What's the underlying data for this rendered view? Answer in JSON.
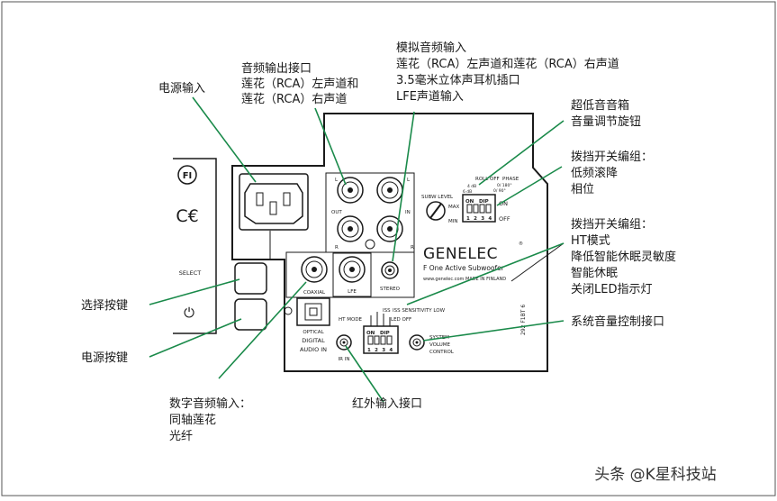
{
  "callouts": {
    "audio_output": [
      "音频输出接口",
      "莲花（RCA）左声道和",
      "莲花（RCA）右声道"
    ],
    "analog_input": [
      "模拟音频输入",
      "莲花（RCA）左声道和莲花（RCA）右声道",
      "3.5毫米立体声耳机插口",
      "LFE声道输入"
    ],
    "power_input": "电源输入",
    "subwoofer_level": [
      "超低音音箱",
      "音量调节旋钮"
    ],
    "dip_bank_1": [
      "拨挡开关编组：",
      "低频滚降",
      "相位"
    ],
    "dip_bank_2": [
      "拨挡开关编组：",
      "HT模式",
      "降低智能休眠灵敏度",
      "智能休眠",
      "关闭LED指示灯"
    ],
    "system_control": "系统音量控制接口",
    "select_button": "选择按键",
    "power_button": "电源按键",
    "digital_input": [
      "数字音频输入：",
      "同轴莲花",
      "光纤"
    ],
    "ir_input": "红外输入接口"
  },
  "panel": {
    "fi_mark": "FI",
    "ce_mark": "C€",
    "select": "SELECT",
    "power_symbol": "⏻",
    "out": "OUT",
    "in": "IN",
    "l": "L",
    "r": "R",
    "lfe": "LFE",
    "stereo": "STEREO",
    "coaxial": "COAXIAL",
    "optical": [
      "OPTICAL",
      "DIGITAL",
      "AUDIO IN"
    ],
    "ir_in": "IR IN",
    "brand": "GENELEC",
    "model": "F One Active Subwoofer",
    "made_in": "www.genelec.com  MADE IN FINLAND",
    "serial": "292 F1BT 6",
    "subw_level": "SUBW LEVEL",
    "max": "MAX",
    "min": "MIN",
    "roll_off": "ROLL OFF",
    "phase": "PHASE",
    "roll_off_values": [
      "4 dB",
      "6 dB"
    ],
    "phase_values": [
      "0/ 180°",
      "0/ 90°"
    ],
    "on": "ON",
    "off": "OFF",
    "dip": "DIP",
    "dip_numbers": "1 2 3 4",
    "ht_mode": "HT MODE",
    "iss": "ISS",
    "iss_sens": "ISS SENSITIVITY LOW",
    "led_off": "LED OFF",
    "system_volume": [
      "SYSTEM",
      "VOLUME",
      "CONTROL"
    ]
  },
  "watermark": "头条 @K星科技站"
}
